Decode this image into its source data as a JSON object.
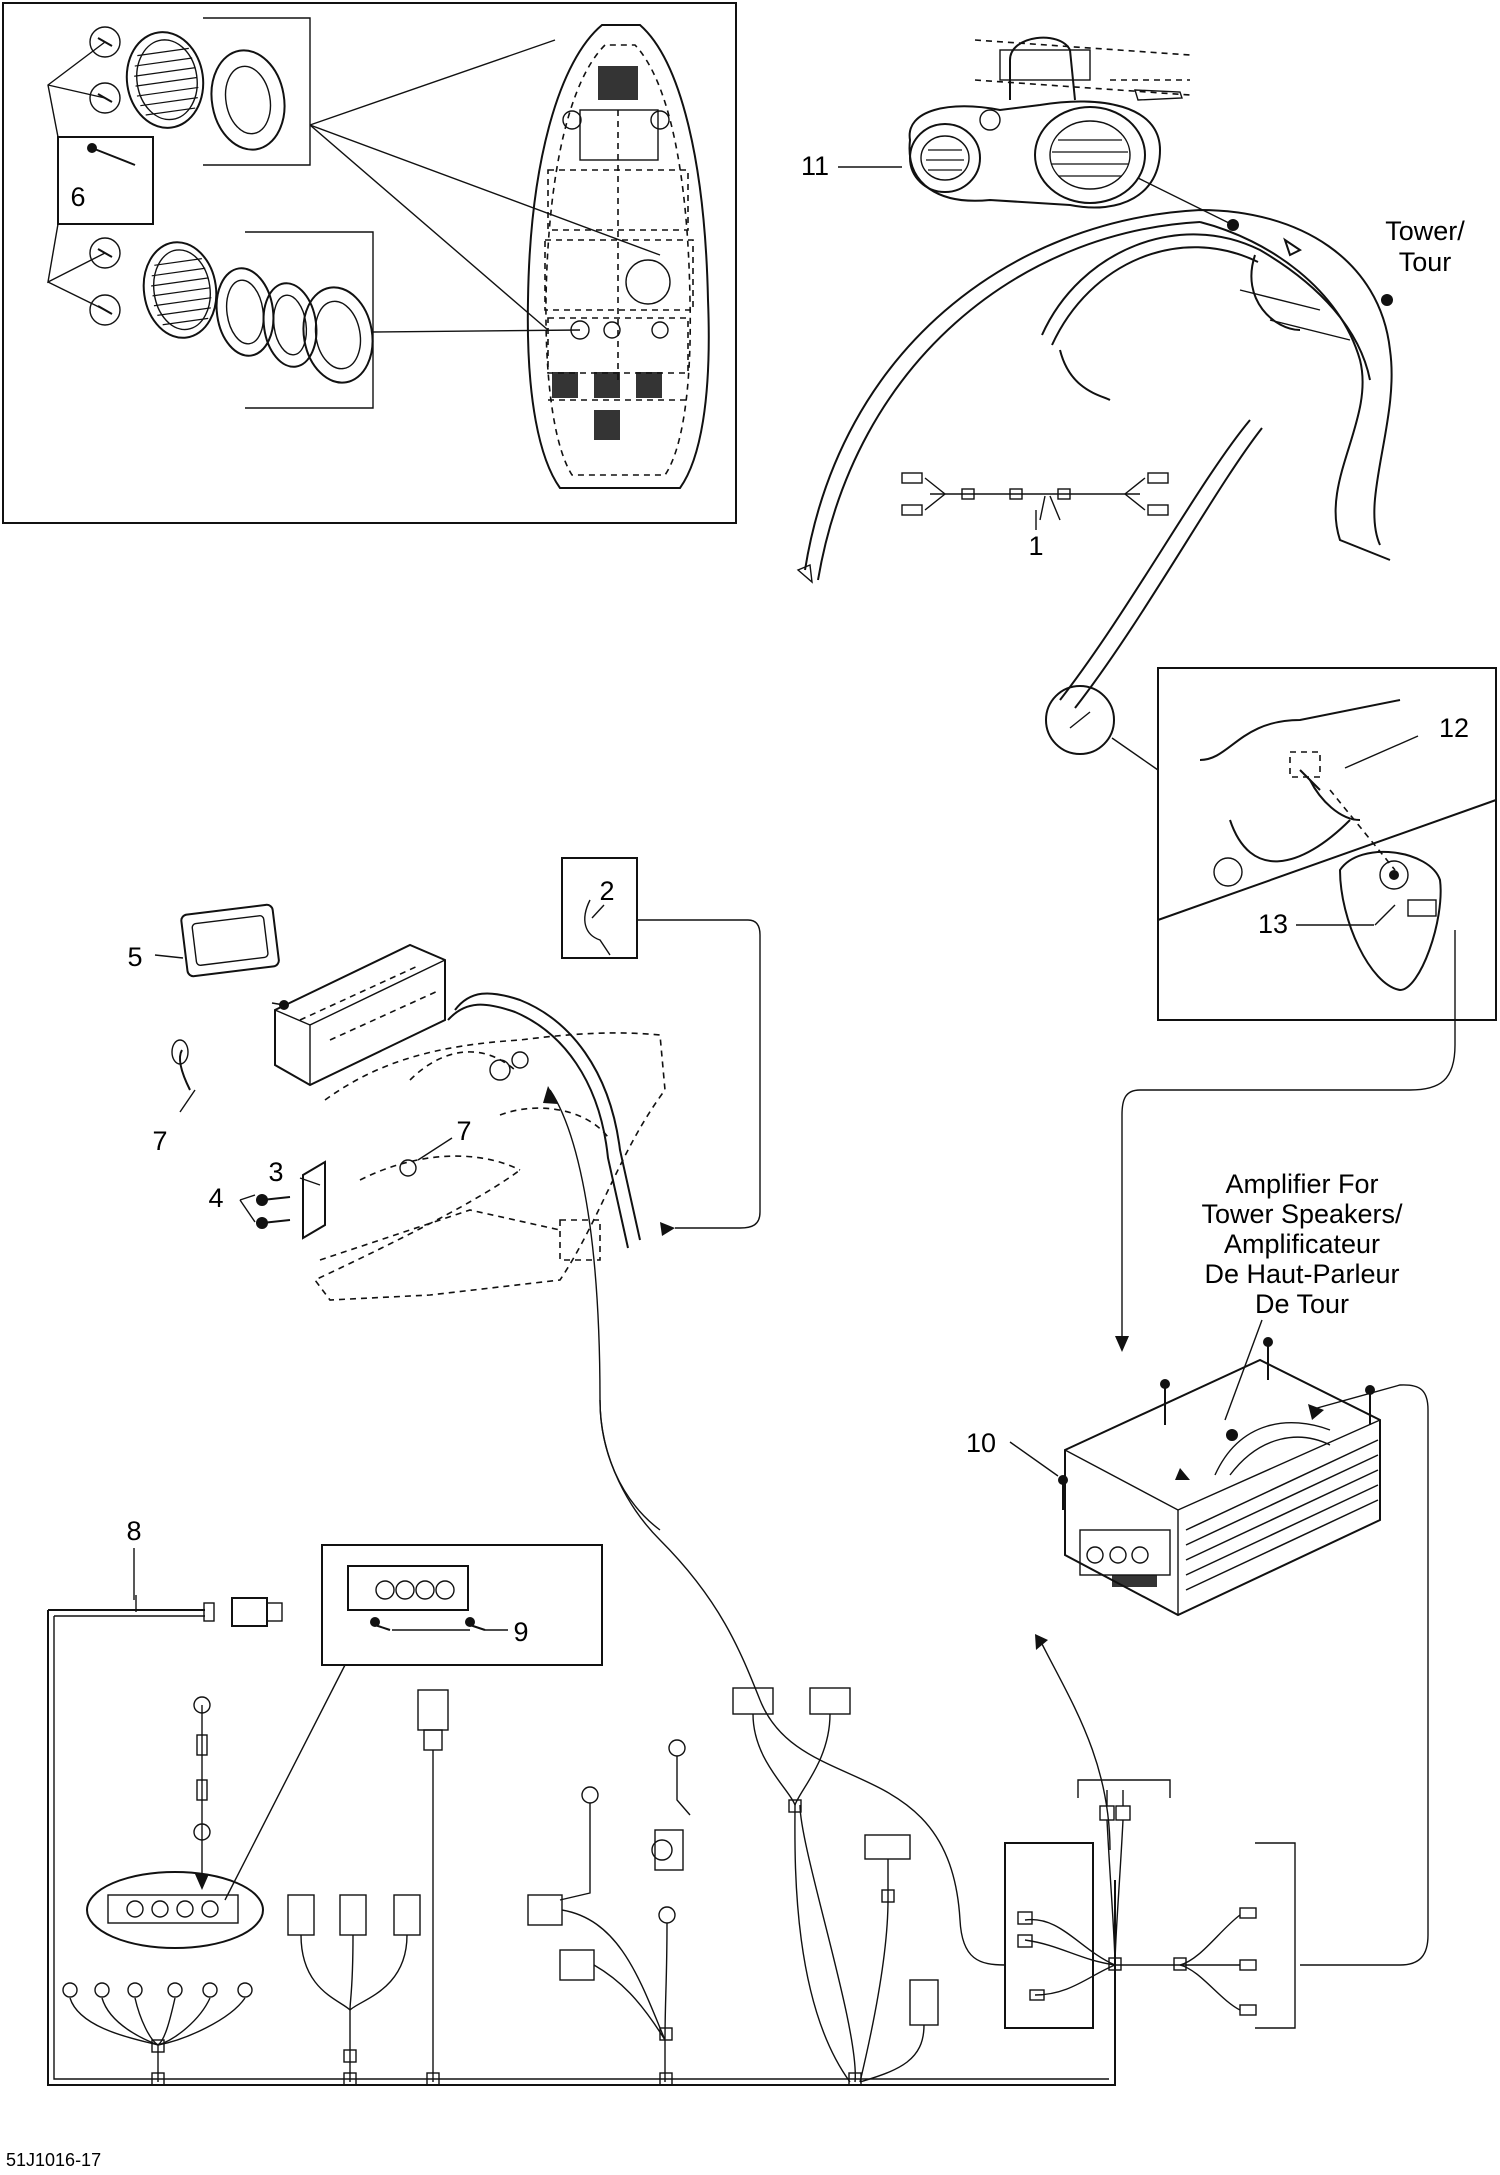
{
  "callouts": {
    "c1": "1",
    "c2": "2",
    "c3": "3",
    "c4": "4",
    "c5": "5",
    "c6": "6",
    "c7a": "7",
    "c7b": "7",
    "c8": "8",
    "c9": "9",
    "c10": "10",
    "c11": "11",
    "c12": "12",
    "c13": "13"
  },
  "labels": {
    "tower": [
      "Tower/",
      "Tour"
    ],
    "amplifier": [
      "Amplifier For",
      "Tower Speakers/",
      "Amplificateur",
      "De Haut-Parleur",
      "De Tour"
    ]
  },
  "drawing_code": "51J1016-17"
}
